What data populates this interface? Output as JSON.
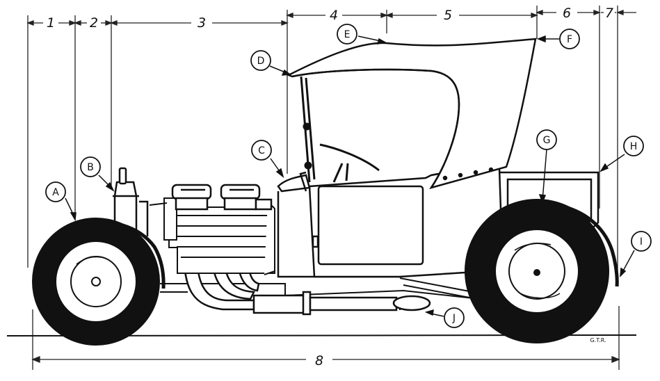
{
  "dimensions": [
    {
      "id": "1",
      "label": "1"
    },
    {
      "id": "2",
      "label": "2"
    },
    {
      "id": "3",
      "label": "3"
    },
    {
      "id": "4",
      "label": "4"
    },
    {
      "id": "5",
      "label": "5"
    },
    {
      "id": "6",
      "label": "6"
    },
    {
      "id": "7",
      "label": "7"
    },
    {
      "id": "8",
      "label": "8"
    }
  ],
  "callouts": [
    {
      "id": "A",
      "label": "A"
    },
    {
      "id": "B",
      "label": "B"
    },
    {
      "id": "C",
      "label": "C"
    },
    {
      "id": "D",
      "label": "D"
    },
    {
      "id": "E",
      "label": "E"
    },
    {
      "id": "F",
      "label": "F"
    },
    {
      "id": "G",
      "label": "G"
    },
    {
      "id": "H",
      "label": "H"
    },
    {
      "id": "I",
      "label": "I"
    },
    {
      "id": "J",
      "label": "J"
    }
  ],
  "signature": "G.T.R."
}
